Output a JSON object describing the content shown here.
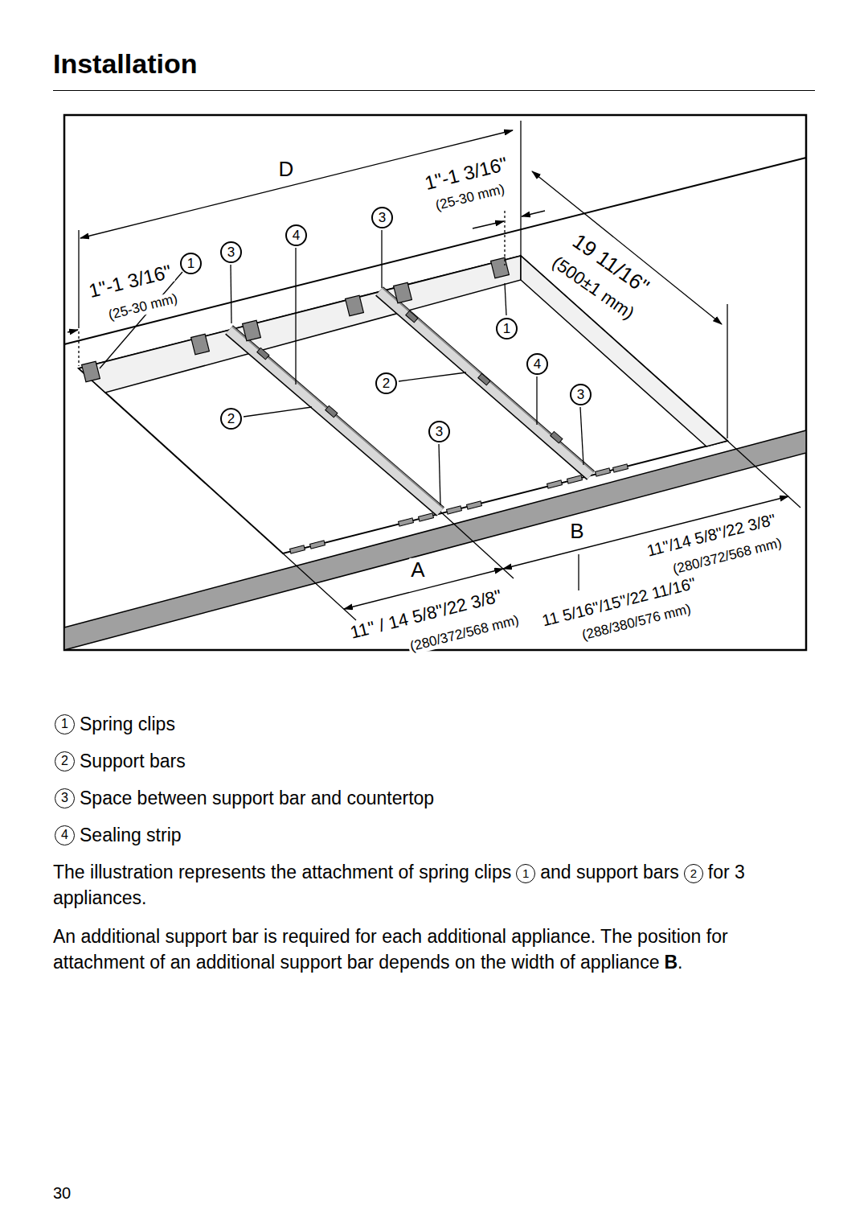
{
  "diagram": {
    "title": "Installation",
    "labels": [
      "D",
      "1\"-1 3/16\"",
      "(25-30 mm)",
      "1\"-1 3/16\"",
      "(25-30 mm)",
      "19 11/16\"",
      "(500±1 mm)",
      "B",
      "11\"/14 5/8\"/22 3/8\"",
      "(280/372/568 mm)",
      "A",
      "11\" / 14 5/8\"/22 3/8\"",
      "(280/372/568 mm)",
      "11 5/16\"/15\"/22 11/16\"",
      "(288/380/576 mm)",
      "1",
      "3",
      "4",
      "3",
      "1",
      "2",
      "4",
      "3",
      "2",
      "3",
      "1",
      "Spring clips",
      "2",
      "Support bars",
      "3",
      "Space between support bar and countertop",
      "4",
      "Sealing strip",
      "The illustration represents the attachment of spring clips",
      "1",
      "and support bars",
      "2",
      "for 3 appliances.",
      "An additional support bar is required for each additional appliance. The position for attachment of an additional support bar depends on the width of appliance",
      "B",
      ".",
      "30"
    ]
  }
}
